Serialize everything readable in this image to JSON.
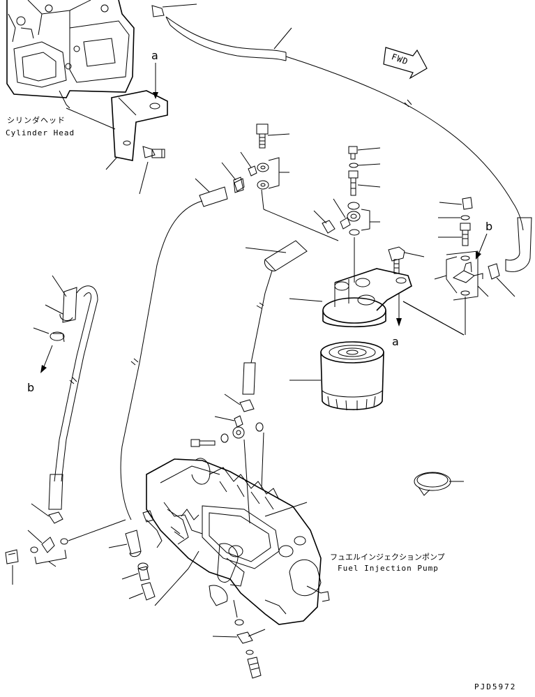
{
  "labels": {
    "cylinder_head_jp": "シリンダヘッド",
    "cylinder_head_en": "Cylinder Head",
    "fuel_pump_jp": "フュエルインジェクションポンプ",
    "fuel_pump_en": "Fuel Injection Pump",
    "fwd": "FWD",
    "ref_a": "a",
    "ref_b": "b",
    "drawing_no": "PJD5972"
  }
}
